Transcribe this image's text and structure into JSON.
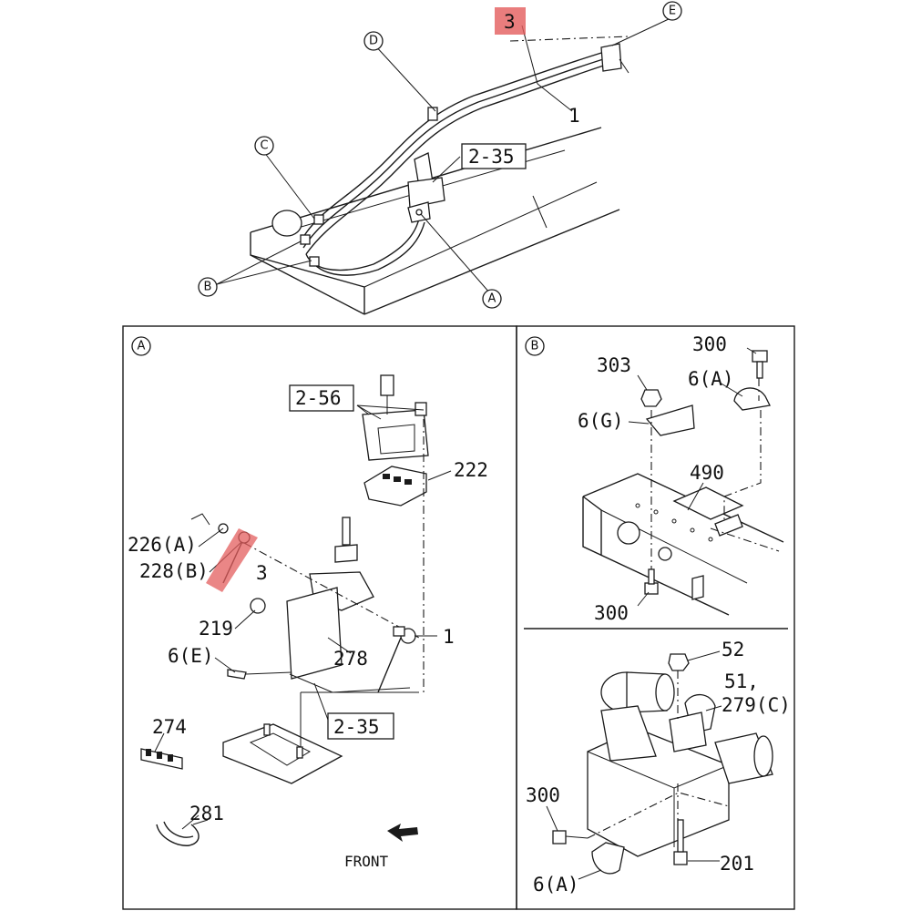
{
  "overview": {
    "callouts": {
      "D": "D",
      "E": "E",
      "C": "C",
      "B": "B",
      "A": "A"
    },
    "part_3_highlighted": "3",
    "part_1": "1",
    "ref_2_35": "2-35"
  },
  "detail_a": {
    "title_letter": "A",
    "ref_2_56": "2-56",
    "ref_2_35": "2-35",
    "labels": {
      "p222": "222",
      "p226a": "226(A)",
      "p228b": "228(B)",
      "p3_highlighted": "3",
      "p219": "219",
      "p6e": "6(E)",
      "p278": "278",
      "p1": "1",
      "p274": "274",
      "p281": "281"
    },
    "front_label": "FRONT"
  },
  "detail_b": {
    "title_letter": "B",
    "labels": {
      "p303": "303",
      "p300_top": "300",
      "p6a": "6(A)",
      "p6g": "6(G)",
      "p490": "490",
      "p300_bottom": "300"
    }
  },
  "detail_c": {
    "labels": {
      "p52": "52",
      "p51": "51,",
      "p279c": "279(C)",
      "p300": "300",
      "p201": "201",
      "p6a": "6(A)"
    }
  },
  "colors": {
    "highlight": "#e35d5d",
    "line": "#1a1a1a",
    "background": "#ffffff"
  }
}
